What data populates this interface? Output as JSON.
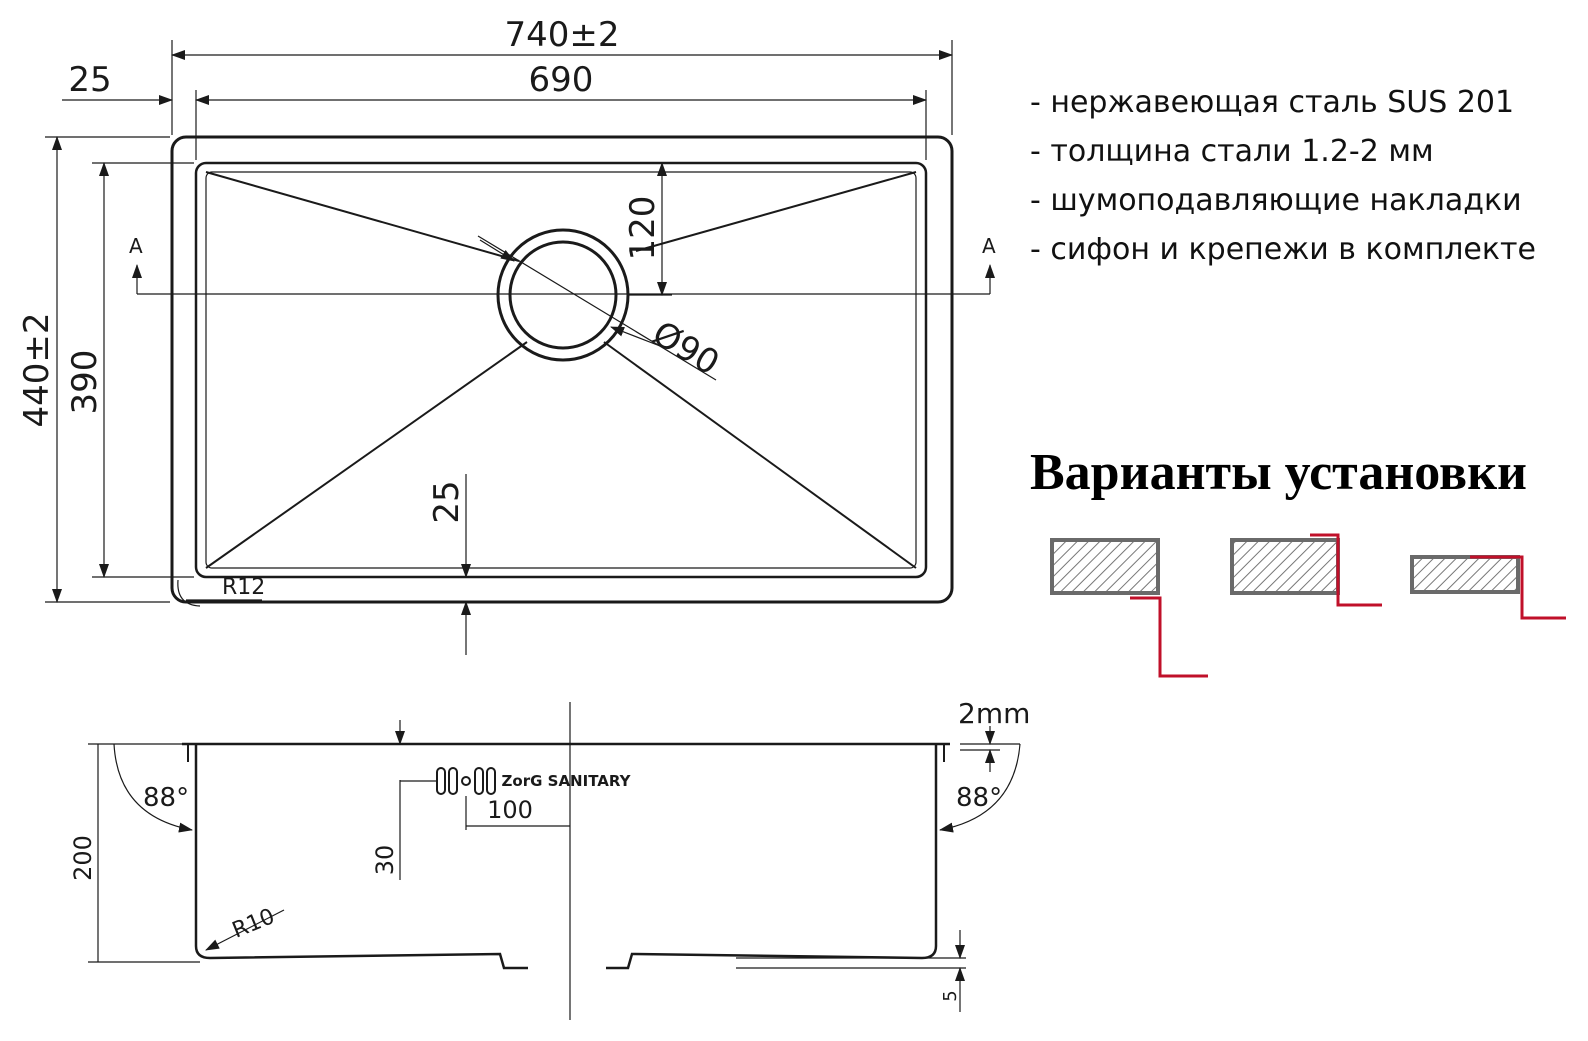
{
  "features": [
    "- нержавеющая сталь SUS 201",
    "- толщина стали 1.2-2 мм",
    "- шумоподавляющие накладки",
    "- сифон и крепежи в комплекте"
  ],
  "install_heading": "Варианты установки",
  "top_view": {
    "overall_width": "740±2",
    "inner_width": "690",
    "rim": "25",
    "overall_depth": "440±2",
    "inner_depth": "390",
    "drain_offset": "120",
    "drain_diameter": "Ø90",
    "bottom_rim": "25",
    "corner_radius": "R12",
    "section_mark_left": "A",
    "section_mark_right": "A"
  },
  "section_view": {
    "flange_thickness": "2mm",
    "angle_left": "88°",
    "angle_right": "88°",
    "height": "200",
    "overflow_height": "30",
    "overflow_offset": "100",
    "bottom_radius": "R10",
    "bottom_step": "5",
    "brand_logo": "ZorG SANITARY"
  },
  "colors": {
    "line": "#1a1a1a",
    "install_accent": "#c0102a"
  }
}
